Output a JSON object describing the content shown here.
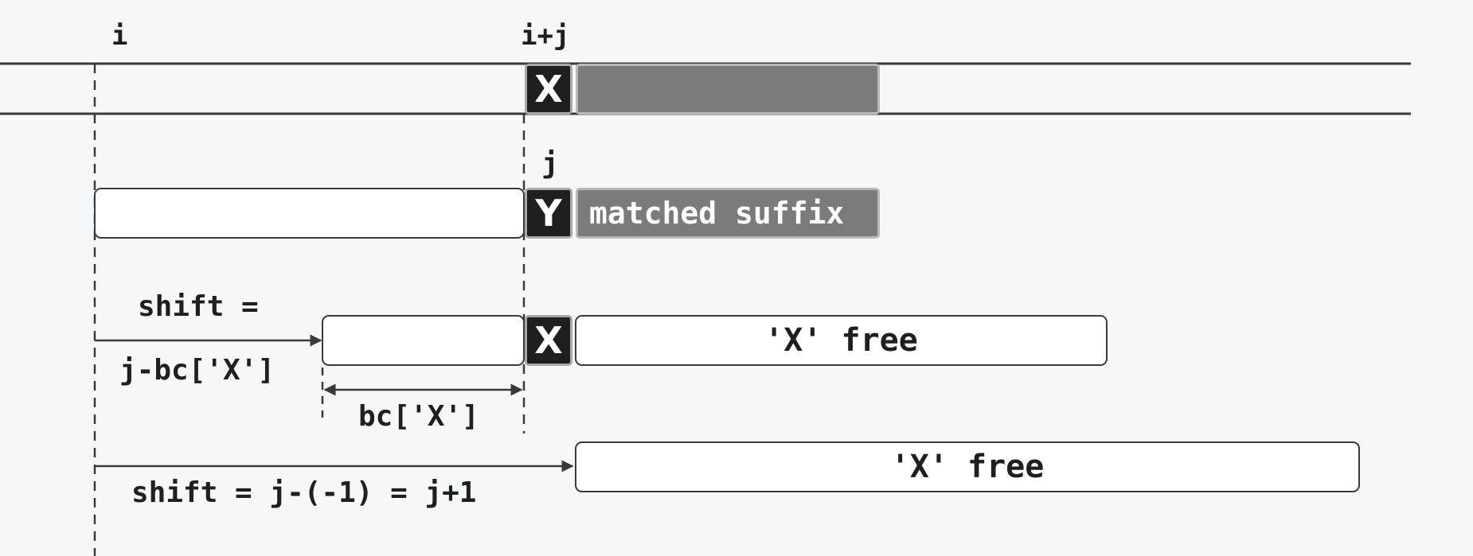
{
  "labels": {
    "i": "i",
    "i_plus_j": "i+j",
    "j": "j",
    "shift_eq": "shift =",
    "j_minus_bc": "j-bc['X']",
    "bc_x": "bc['X']",
    "shift_full": "shift = j-(-1) = j+1"
  },
  "text": {
    "matched_suffix": "matched suffix",
    "x_free_1": "'X' free",
    "x_free_2": "'X' free"
  },
  "chars": {
    "text_mismatch": "X",
    "pattern_mismatch": "Y",
    "aligned_x": "X"
  },
  "colors": {
    "dark_cell": "#1f1f1f",
    "gray_cell": "#7b7b7b",
    "line": "#3a3a3a",
    "background": "#f5f7f9"
  }
}
